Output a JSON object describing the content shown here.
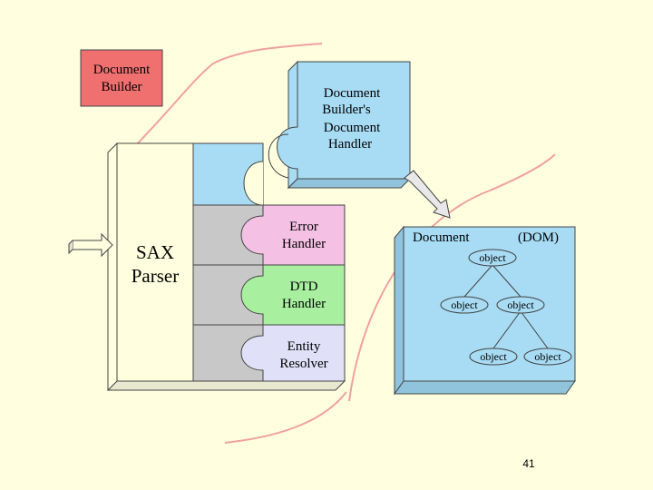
{
  "doc_builder": {
    "line1": "Document",
    "line2": "Builder"
  },
  "handler": {
    "line1": "Document",
    "line2": "Builder's",
    "line3": "Document",
    "line4": "Handler"
  },
  "sax": {
    "line1": "SAX",
    "line2": "Parser"
  },
  "error_handler": {
    "line1": "Error",
    "line2": "Handler"
  },
  "dtd_handler": {
    "line1": "DTD",
    "line2": "Handler"
  },
  "entity_resolver": {
    "line1": "Entity",
    "line2": "Resolver"
  },
  "dom": {
    "title": "Document",
    "tag": "(DOM)",
    "nodes": [
      "object",
      "object",
      "object",
      "object",
      "object"
    ]
  },
  "page_number": "41",
  "colors": {
    "background": "#FFFFE0",
    "doc_builder": "#F07070",
    "handler": "#A8DCF4",
    "sax_body": "#FFFFE0",
    "sax_face": "#C8C8C8",
    "error_handler": "#F4C0E4",
    "dtd_handler": "#A8F0A0",
    "entity_resolver": "#E0E0F8",
    "dom_bg": "#A8DCF4",
    "node": "#A8DCF4",
    "curve": "#F0A0A0"
  }
}
